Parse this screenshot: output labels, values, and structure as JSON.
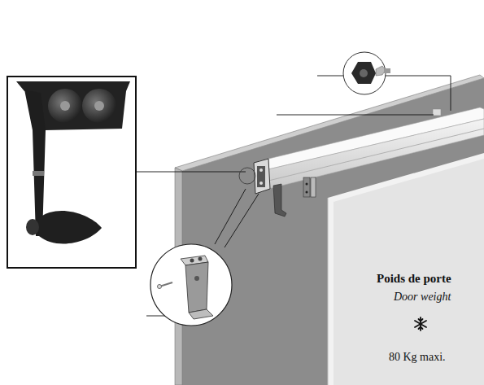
{
  "diagram": {
    "labels": [
      "Poids de porte",
      "Door weight",
      "80 Kg maxi."
    ]
  }
}
